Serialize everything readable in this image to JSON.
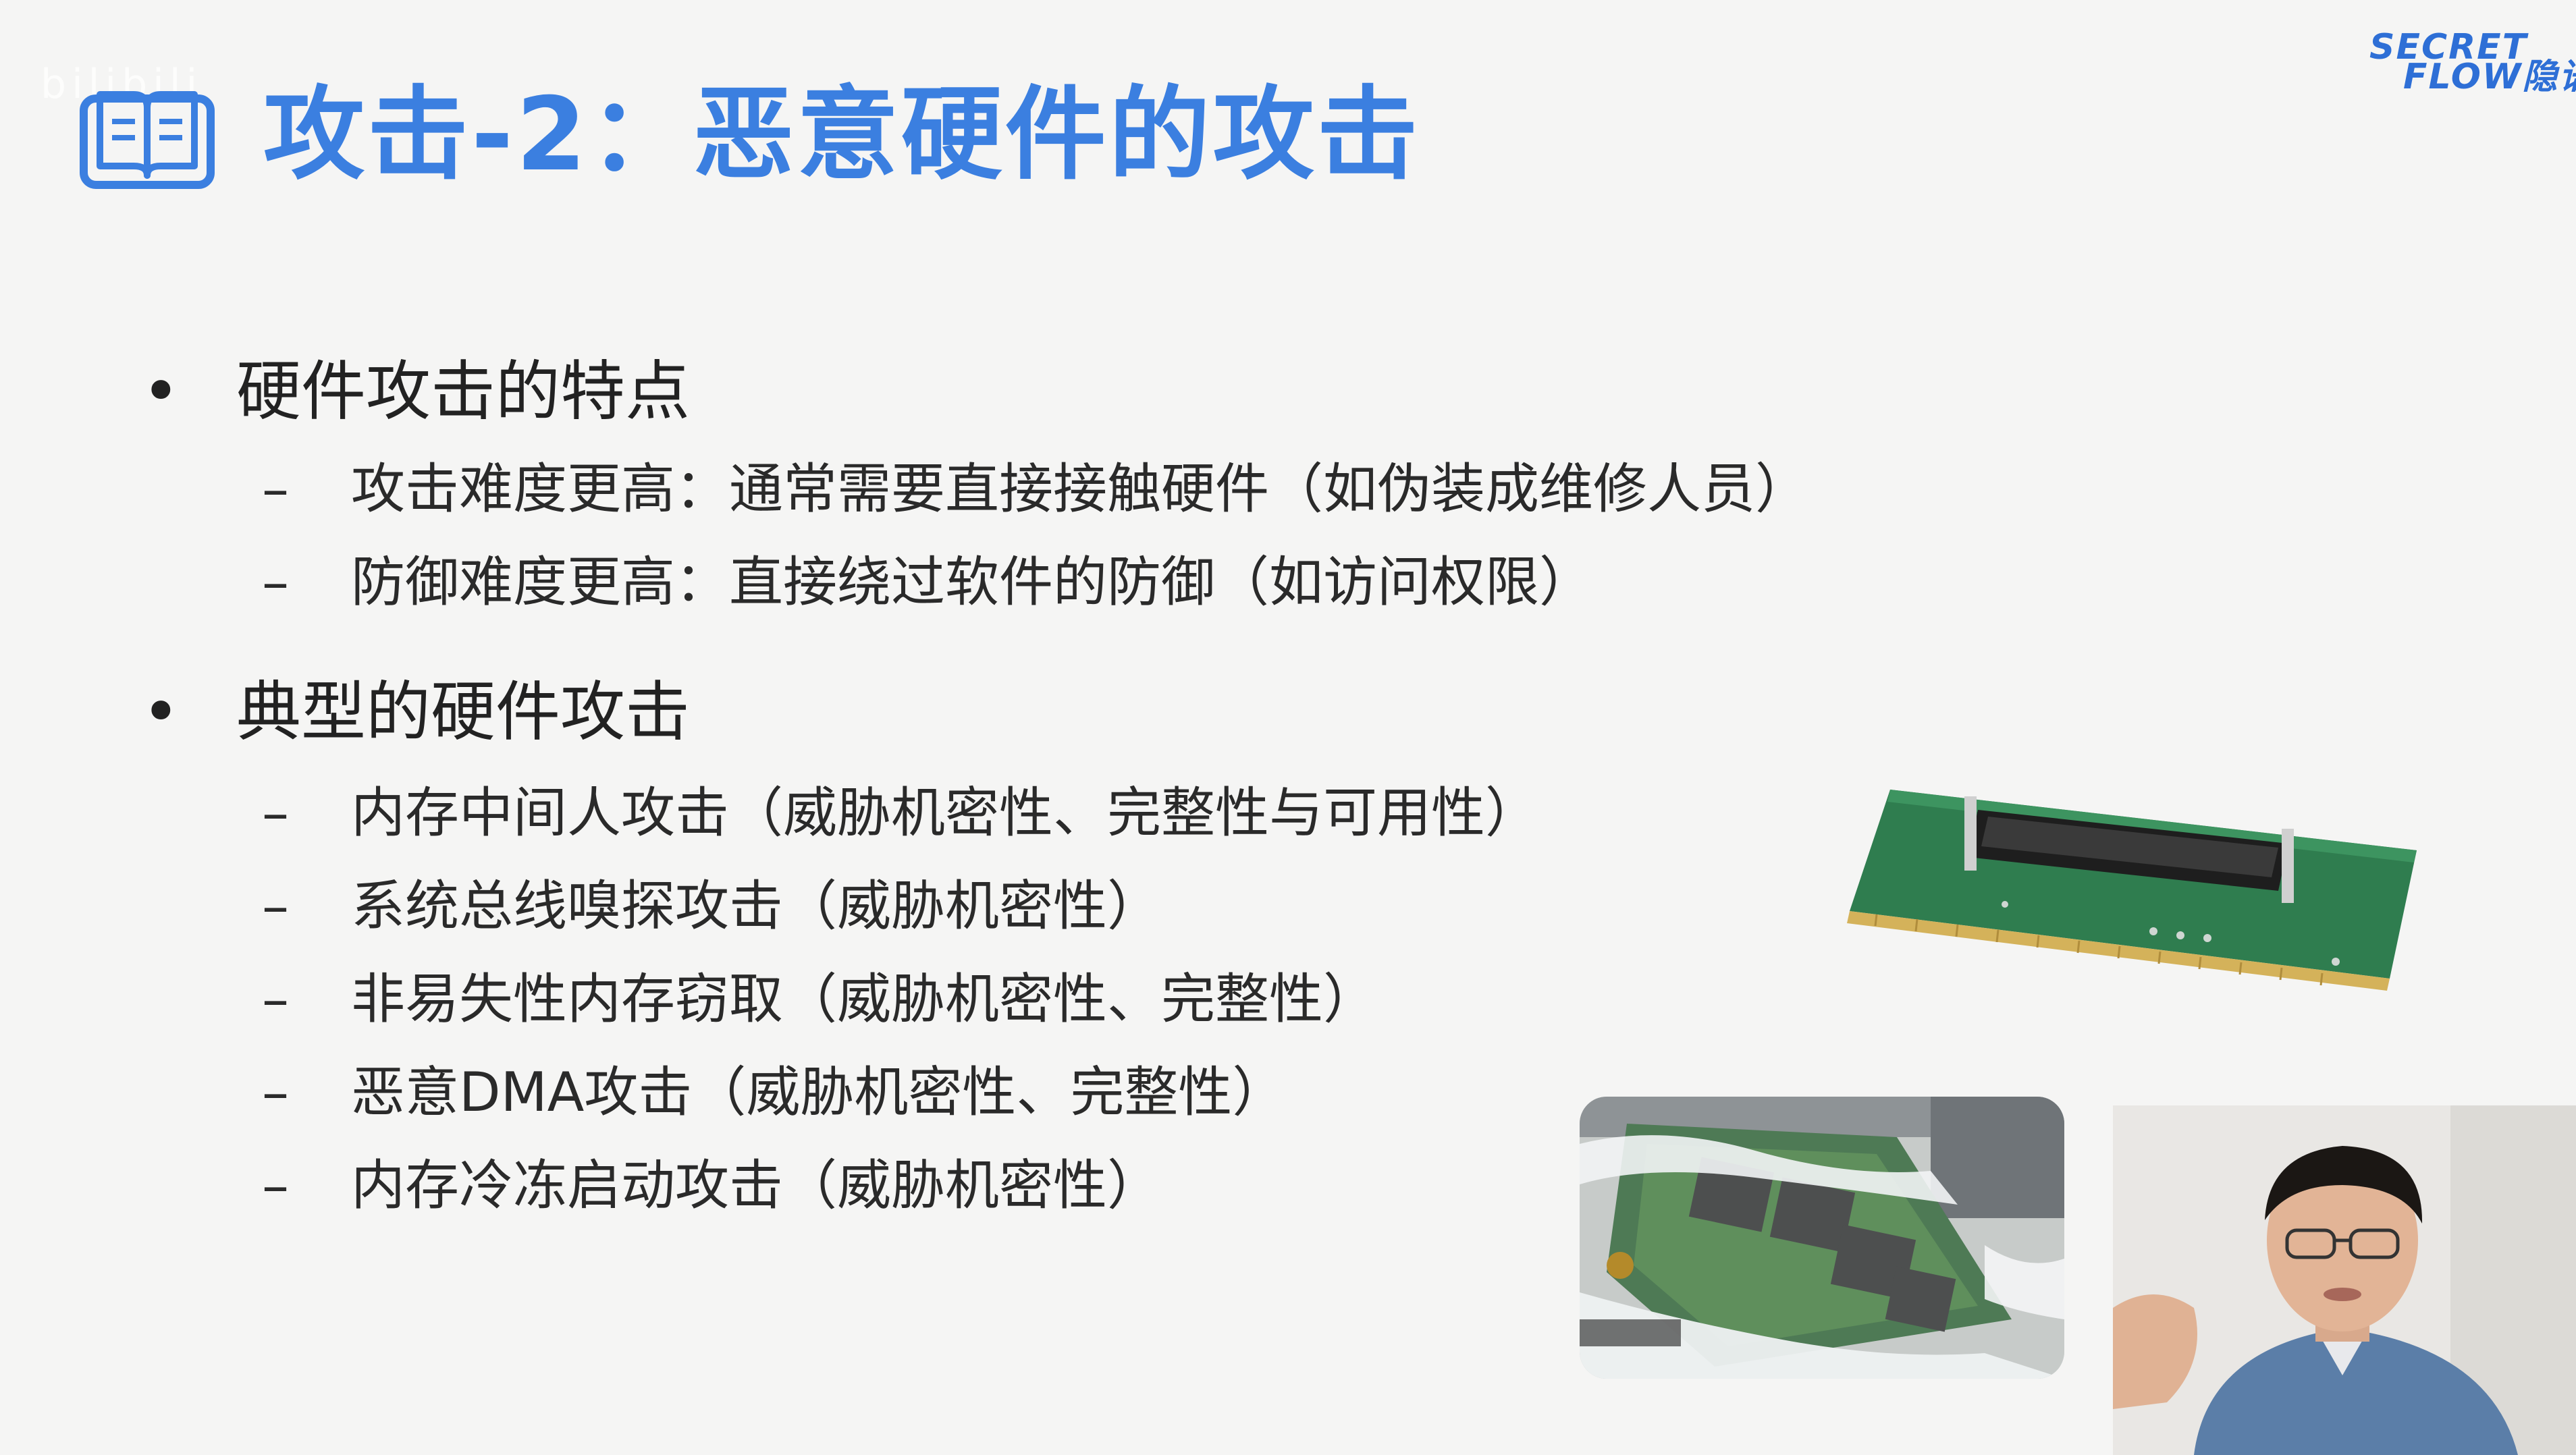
{
  "slide": {
    "title": "攻击-2：恶意硬件的攻击",
    "logo": {
      "line1": "SECRET",
      "line2": "FLOW隐语"
    },
    "watermark": "bilibili",
    "sections": [
      {
        "heading": "硬件攻击的特点",
        "items": [
          "攻击难度更高：通常需要直接接触硬件（如伪装成维修人员）",
          "防御难度更高：直接绕过软件的防御（如访问权限）"
        ]
      },
      {
        "heading": "典型的硬件攻击",
        "items": [
          "内存中间人攻击（威胁机密性、完整性与可用性）",
          "系统总线嗅探攻击（威胁机密性）",
          "非易失性内存窃取（威胁机密性、完整性）",
          "恶意DMA攻击（威胁机密性、完整性）",
          "内存冷冻启动攻击（威胁机密性）"
        ]
      }
    ],
    "bullet_char": "•",
    "dash_char": "–"
  },
  "colors": {
    "title": "#3b7fe0",
    "logo": "#2e6fd6",
    "text": "#222222",
    "background": "#f5f5f4",
    "pcb_green": "#2f7d4f"
  },
  "icons": [
    "book-icon"
  ]
}
